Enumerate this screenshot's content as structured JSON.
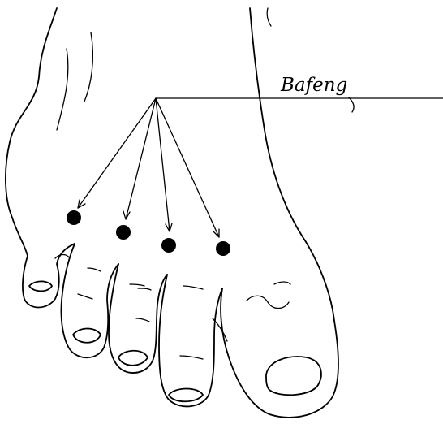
{
  "label": {
    "text": "Bafeng"
  },
  "points": [
    {
      "name": "bafeng-point-1"
    },
    {
      "name": "bafeng-point-2"
    },
    {
      "name": "bafeng-point-3"
    },
    {
      "name": "bafeng-point-4"
    }
  ],
  "colors": {
    "ink": "#000000",
    "background": "#ffffff"
  }
}
